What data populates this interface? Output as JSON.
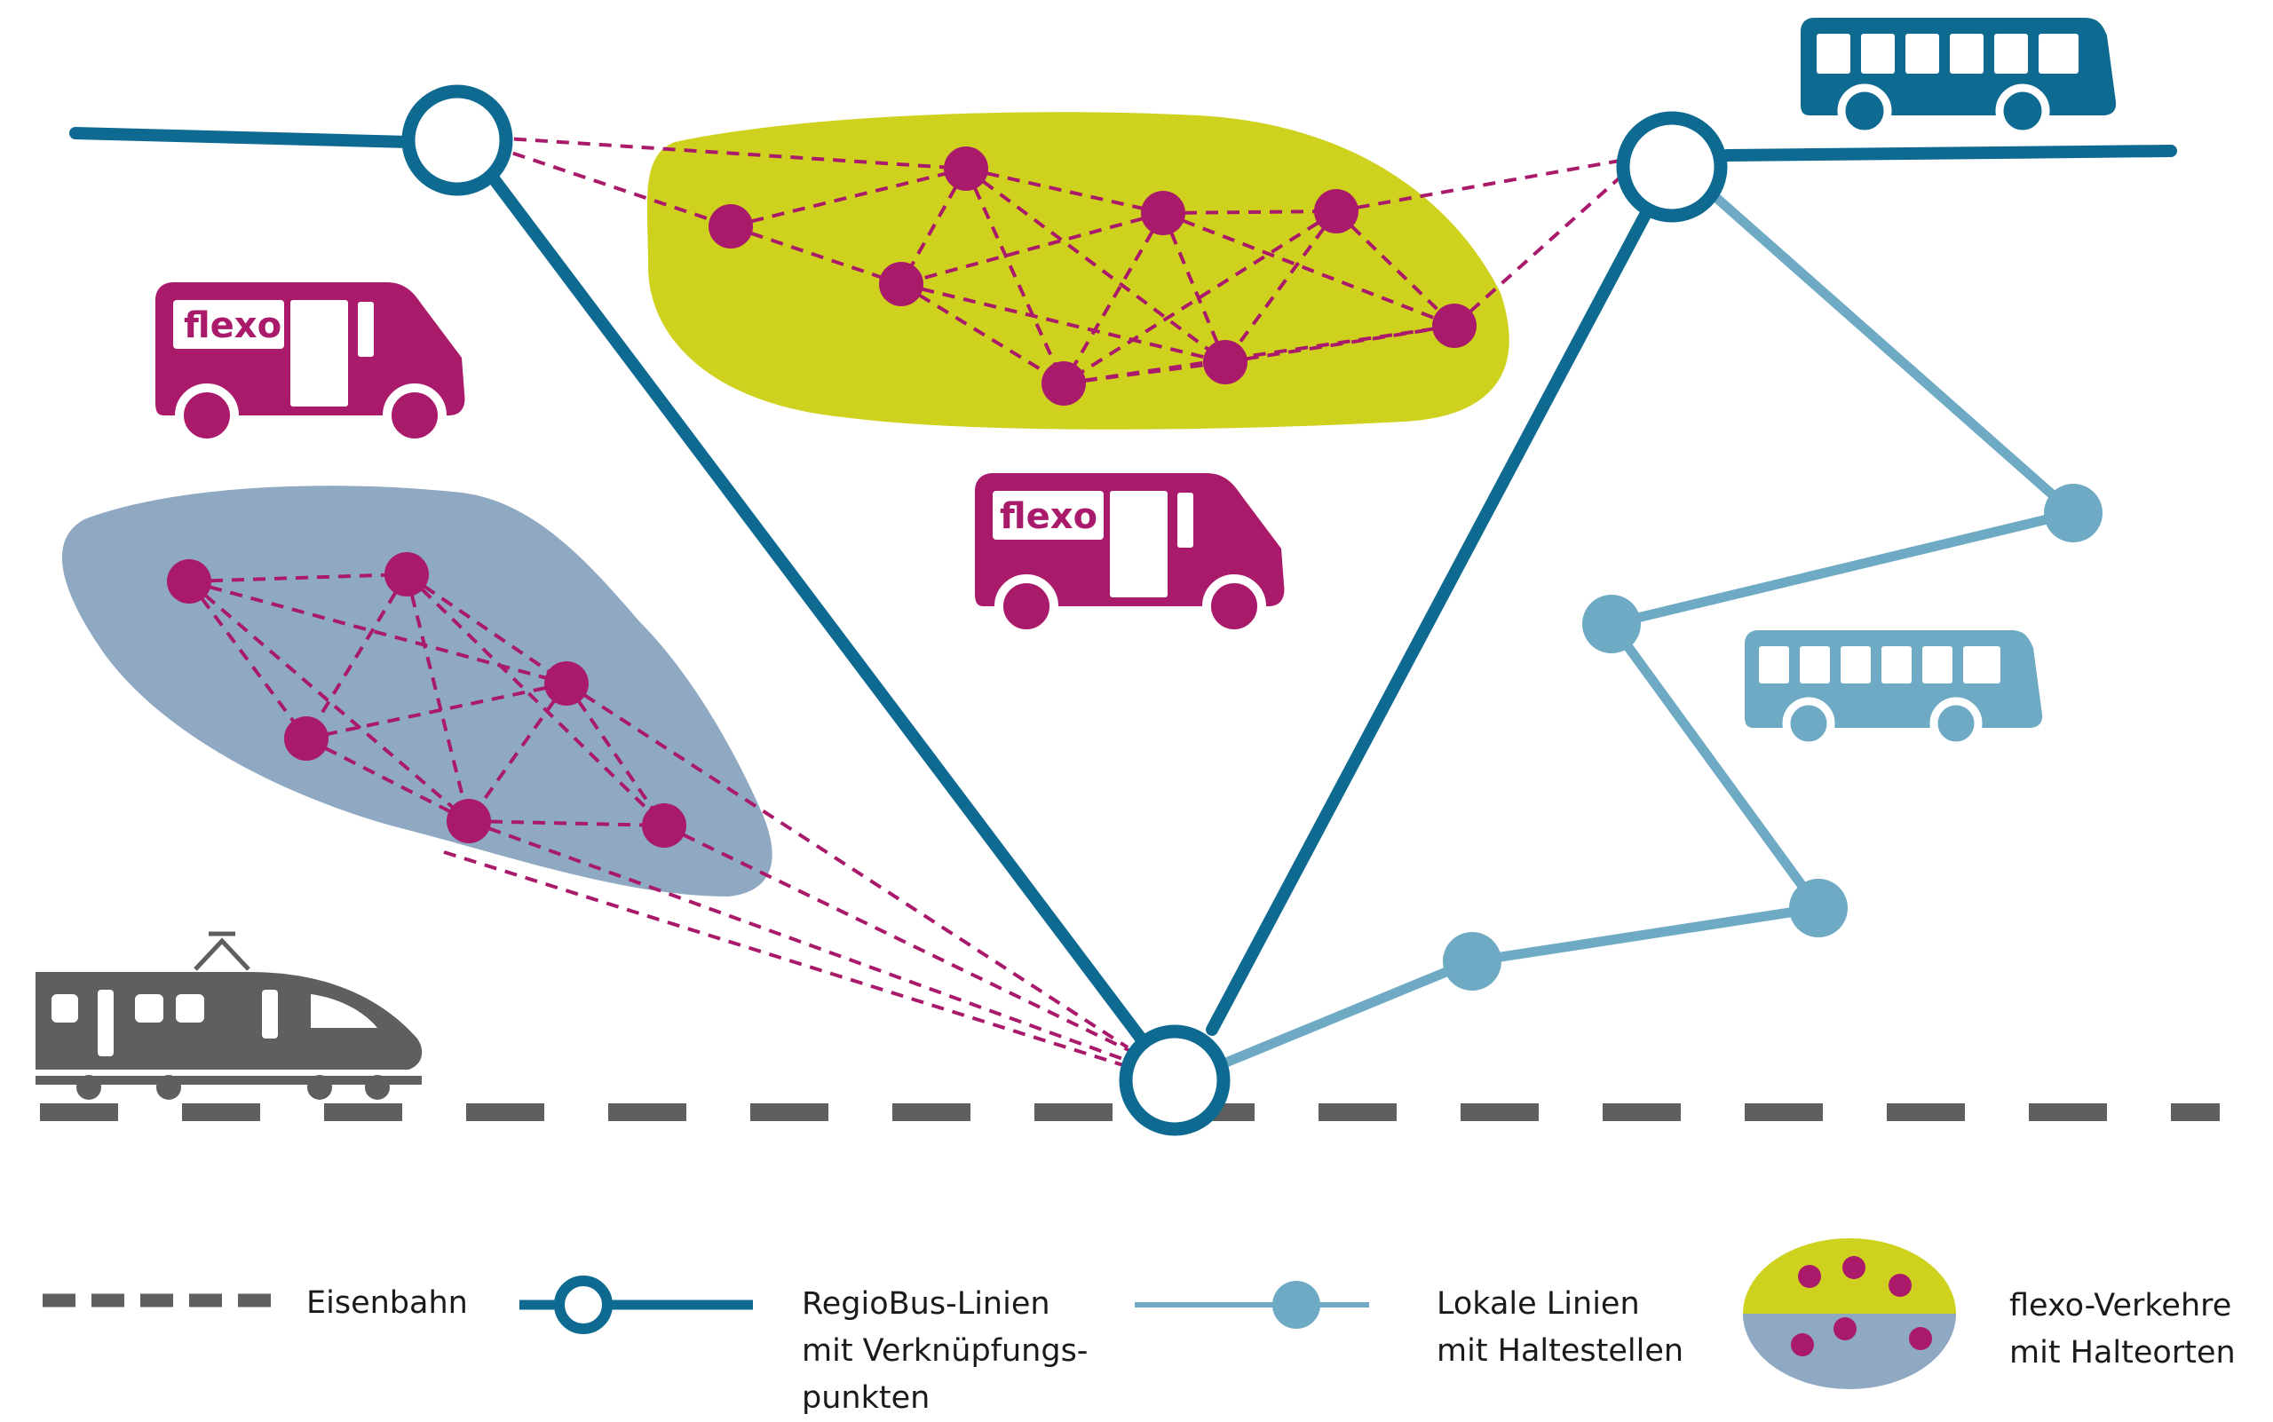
{
  "colors": {
    "rail": "#5f5f5f",
    "regiobus": "#0f6a92",
    "local": "#6faac5",
    "flexo_point": "#aa1a6b",
    "flexo_area_green": "#cfd11f",
    "flexo_area_blue": "#8ea9c1",
    "background": "#ffffff"
  },
  "vehicles": {
    "flexo_van_label": "flexo",
    "icons": [
      "flexo-van-icon",
      "flexo-van-icon",
      "regiobus-icon",
      "local-bus-icon",
      "train-icon"
    ]
  },
  "legend": {
    "eisenbahn": "Eisenbahn",
    "regiobus": [
      "RegioBus-Linien",
      "mit Verknüpfungs-",
      "punkten"
    ],
    "lokal": [
      "Lokale Linien",
      "mit Haltestellen"
    ],
    "flexo": [
      "flexo-Verkehre",
      "mit Halteorten"
    ]
  }
}
